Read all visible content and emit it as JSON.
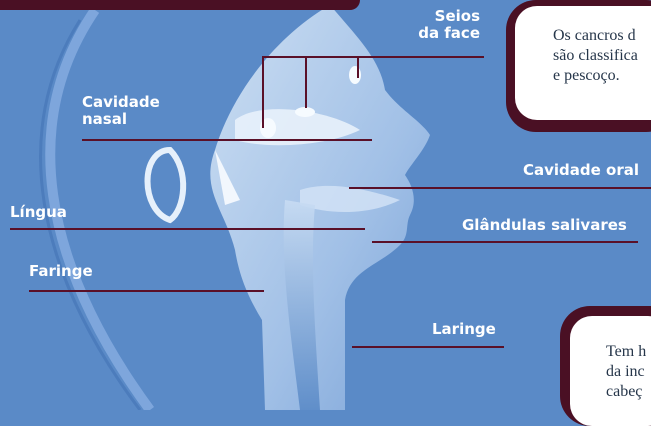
{
  "labels": {
    "seios": [
      "Seios",
      "da face"
    ],
    "cavidade_nasal": [
      "Cavidade",
      "nasal"
    ],
    "lingua": "Língua",
    "faringe": "Faringe",
    "cavidade_oral": "Cavidade oral",
    "glandulas": "Glândulas salivares",
    "laringe": "Laringe"
  },
  "box1": [
    "Os cancros d",
    "são classifica",
    "e pescoço."
  ],
  "box2": [
    "Tem h",
    "da inc",
    "cabeç"
  ],
  "colors": {
    "background": "#5a8ac7",
    "accent": "#4a1024",
    "label": "#ffffff"
  }
}
